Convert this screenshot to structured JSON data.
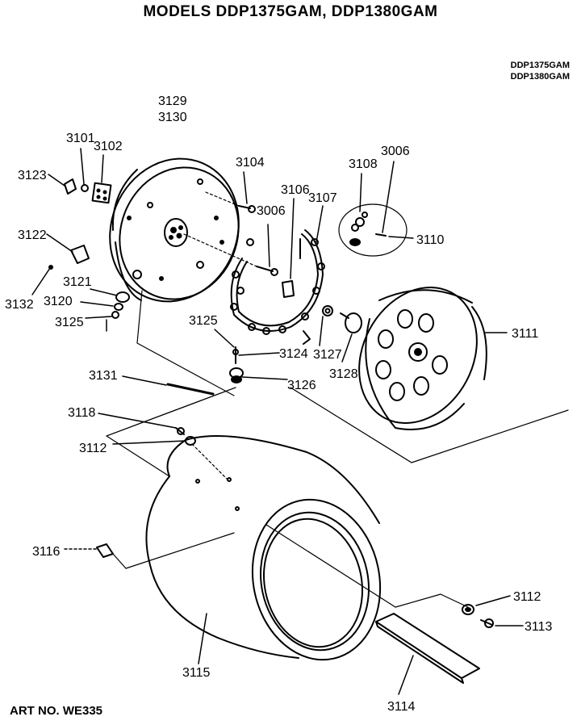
{
  "header": {
    "title": "MODELS DDP1375GAM, DDP1380GAM",
    "model_note_1": "DDP1375GAM",
    "model_note_2": "DDP1380GAM"
  },
  "footer": {
    "art_no": "ART NO. WE335"
  },
  "parts": {
    "p3101": "3101",
    "p3102": "3102",
    "p3123": "3123",
    "p3129": "3129",
    "p3130": "3130",
    "p3104": "3104",
    "p3006a": "3006",
    "p3106": "3106",
    "p3107": "3107",
    "p3108": "3108",
    "p3006b": "3006",
    "p3110": "3110",
    "p3122": "3122",
    "p3132": "3132",
    "p3121": "3121",
    "p3120": "3120",
    "p3125a": "3125",
    "p3125b": "3125",
    "p3124": "3124",
    "p3127": "3127",
    "p3128": "3128",
    "p3111": "3111",
    "p3131": "3131",
    "p3126": "3126",
    "p3118": "3118",
    "p3112a": "3112",
    "p3116": "3116",
    "p3115": "3115",
    "p3112b": "3112",
    "p3113": "3113",
    "p3114": "3114"
  }
}
